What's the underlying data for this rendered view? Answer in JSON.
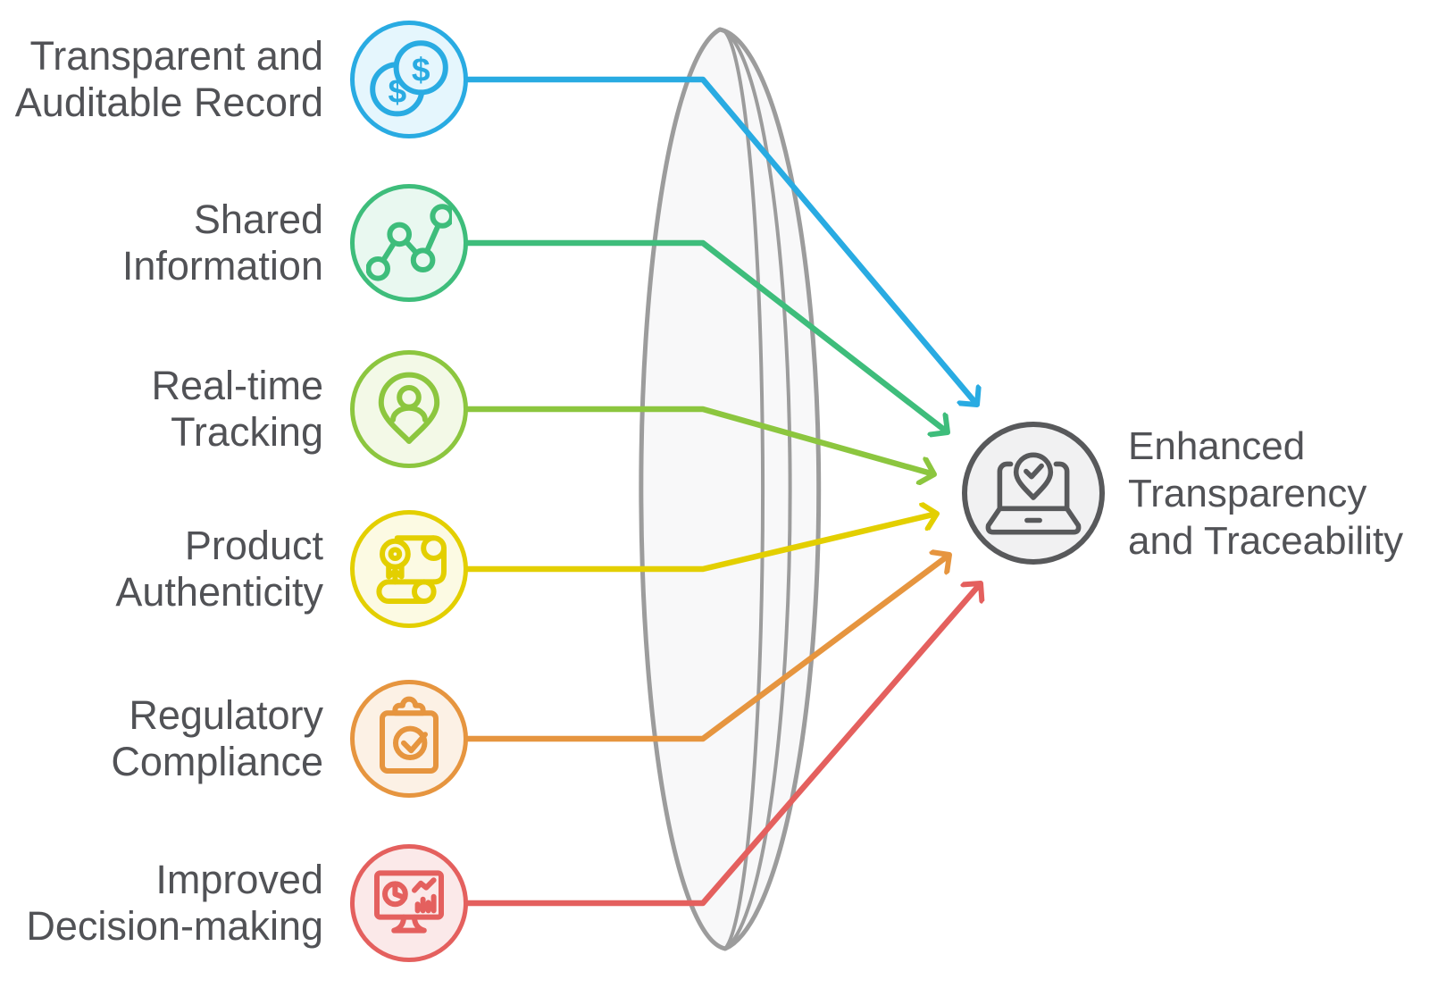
{
  "diagram": {
    "rows": [
      {
        "label_line1": "Transparent and",
        "label_line2": "Auditable Record",
        "icon": "dollar-coins-icon",
        "color": "#29ABE2",
        "circle_fill": "#E5F6FD"
      },
      {
        "label_line1": "Shared",
        "label_line2": "Information",
        "icon": "line-chart-nodes-icon",
        "color": "#3EBD7B",
        "circle_fill": "#E9F8F0"
      },
      {
        "label_line1": "Real-time",
        "label_line2": "Tracking",
        "icon": "person-location-pin-icon",
        "color": "#8CC63F",
        "circle_fill": "#F3F9E7"
      },
      {
        "label_line1": "Product",
        "label_line2": "Authenticity",
        "icon": "certificate-scroll-icon",
        "color": "#E3CF00",
        "circle_fill": "#FCFAE3"
      },
      {
        "label_line1": "Regulatory",
        "label_line2": "Compliance",
        "icon": "clipboard-check-icon",
        "color": "#E6953F",
        "circle_fill": "#FCF1E5"
      },
      {
        "label_line1": "Improved",
        "label_line2": "Decision-making",
        "icon": "dashboard-monitor-icon",
        "color": "#E4605E",
        "circle_fill": "#FBE9E9"
      }
    ],
    "result": {
      "label_line1": "Enhanced",
      "label_line2": "Transparency",
      "label_line3": "and Traceability",
      "icon": "laptop-location-check-icon",
      "color": "#58595B",
      "circle_fill": "#F1F1F2"
    },
    "text_color": "#515256",
    "lens_stroke": "#9C9C9C",
    "lens_fill": "#F8F8F9"
  }
}
